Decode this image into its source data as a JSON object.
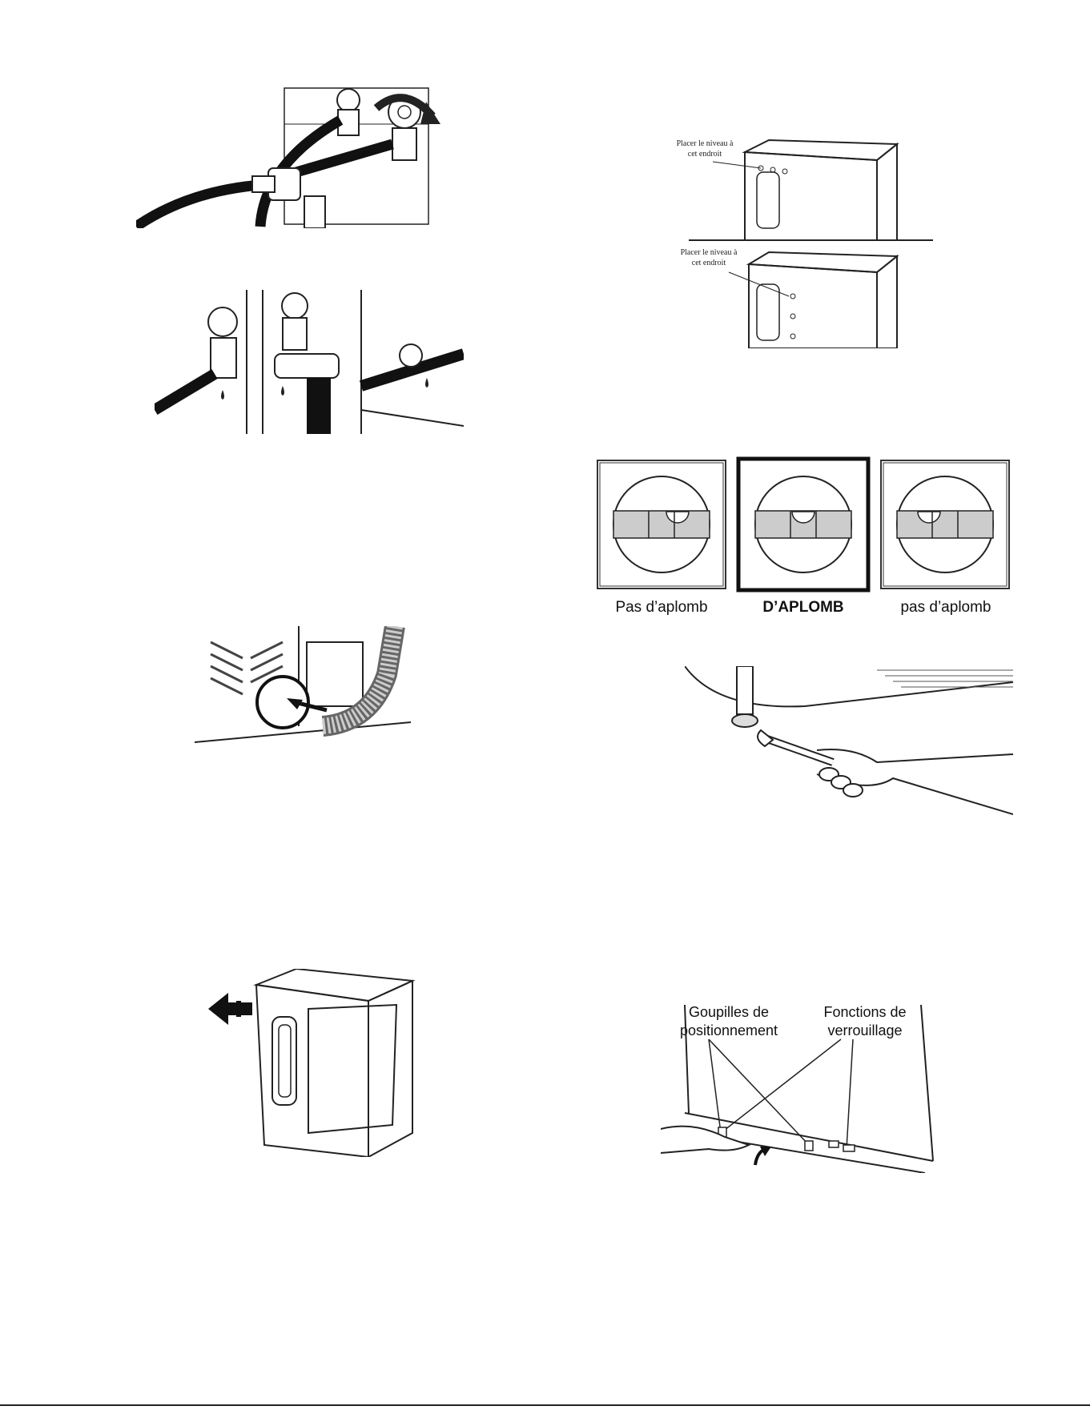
{
  "dryer_level_diagram": {
    "label_top": [
      "Placer le niveau à",
      "cet endroit"
    ],
    "label_bottom": [
      "Placer le niveau à",
      "cet endroit"
    ]
  },
  "level_indicator": {
    "captions": [
      "Pas d’aplomb",
      "D’APLOMB",
      "pas d’aplomb"
    ]
  },
  "locking_diagram": {
    "pins_label": [
      "Goupilles de",
      "positionnement"
    ],
    "locking_label": [
      "Fonctions de",
      "verrouillage"
    ]
  }
}
